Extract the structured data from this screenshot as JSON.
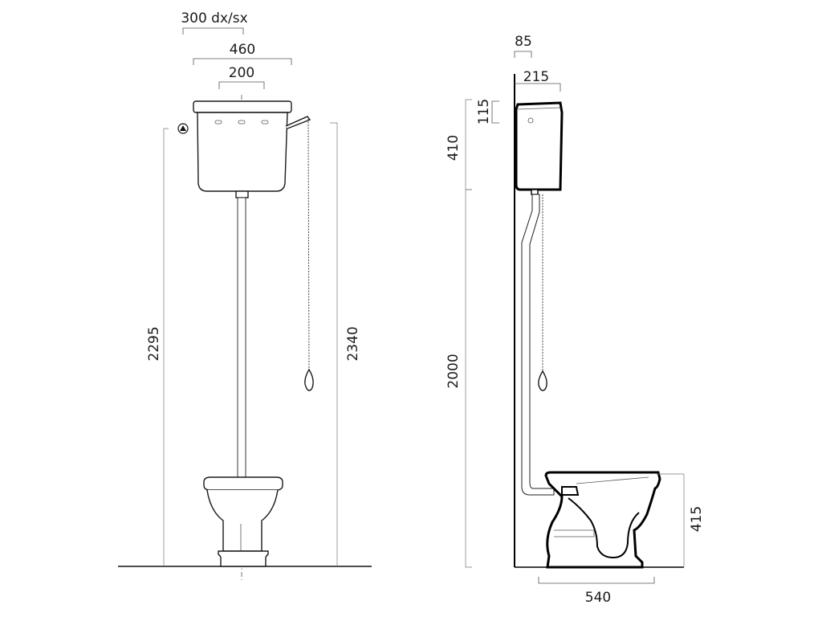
{
  "front_view": {
    "dimensions": {
      "lever_offset": "300 dx/sx",
      "cistern_width": "460",
      "flush_pipe_spacing": "200",
      "cistern_bottom_height": "2295",
      "cistern_top_height": "2340"
    }
  },
  "side_view": {
    "dimensions": {
      "wall_gap": "85",
      "cistern_depth": "215",
      "lid_height": "115",
      "cistern_height": "410",
      "cistern_mount_height": "2000",
      "bowl_height": "415",
      "bowl_projection": "540"
    }
  }
}
